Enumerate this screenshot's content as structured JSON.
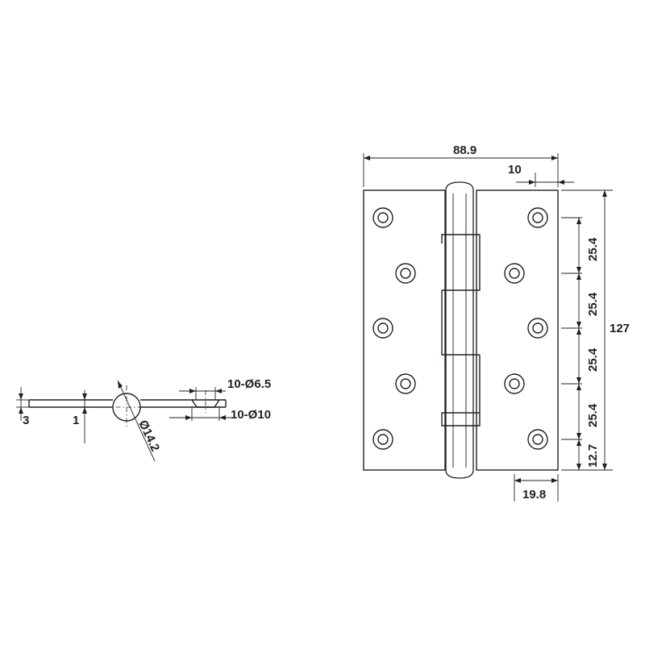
{
  "colors": {
    "line": "#231f20",
    "background": "#ffffff"
  },
  "side_view": {
    "thickness_3": "3",
    "thickness_1": "1",
    "pin_diameter": "Ø14.2",
    "hole_small": "10-Ø6.5",
    "hole_large": "10-Ø10"
  },
  "front_view": {
    "width": "88.9",
    "offset_10": "10",
    "height": "127",
    "pitch_1": "25.4",
    "pitch_2": "25.4",
    "pitch_3": "25.4",
    "pitch_4": "25.4",
    "edge": "12.7",
    "hole_offset": "19.8"
  }
}
